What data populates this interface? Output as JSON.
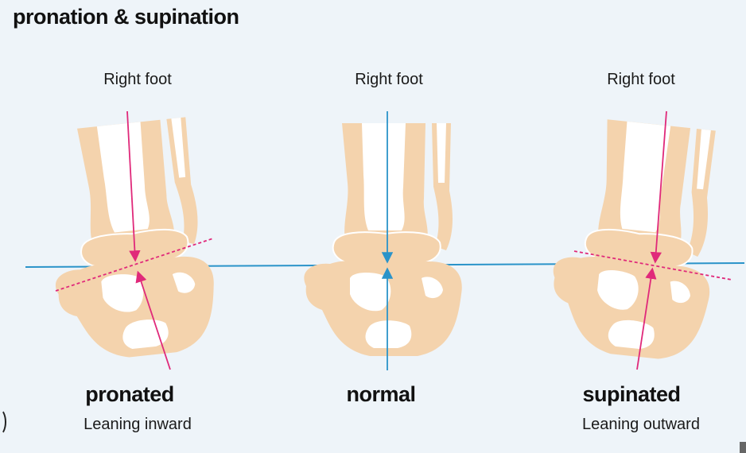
{
  "title": "pronation & supination",
  "panels": [
    {
      "label": "Right foot",
      "caption": "pronated",
      "sub": "Leaning inward"
    },
    {
      "label": "Right foot",
      "caption": "normal",
      "sub": ""
    },
    {
      "label": "Right foot",
      "caption": "supinated",
      "sub": "Leaning outward"
    }
  ],
  "colors": {
    "background": "#eef4f9",
    "bone": "#f4d3ad",
    "bone_light": "#ffffff",
    "horizontal_line": "#2a93c9",
    "normal_axis": "#2a93c9",
    "angled_axis": "#e0297a"
  }
}
